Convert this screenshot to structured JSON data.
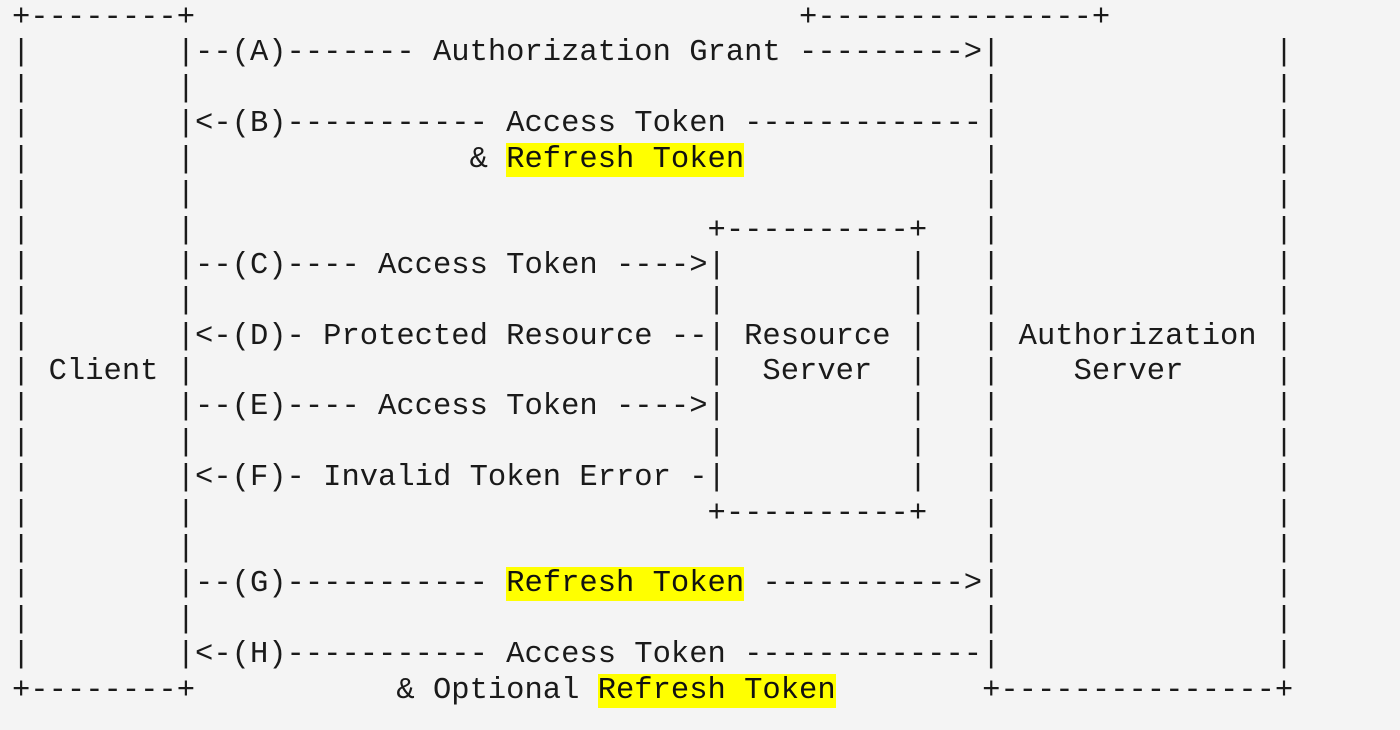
{
  "diagram": {
    "lines": [
      [
        {
          "t": "+--------+                                 +---------------+"
        }
      ],
      [
        {
          "t": "|        |--(A)------- Authorization Grant --------->|               |"
        }
      ],
      [
        {
          "t": "|        |                                           |               |"
        }
      ],
      [
        {
          "t": "|        |<-(B)----------- Access Token -------------|               |"
        }
      ],
      [
        {
          "t": "|        |               & "
        },
        {
          "t": "Refresh Token",
          "hl": true
        },
        {
          "t": "             |               |"
        }
      ],
      [
        {
          "t": "|        |                                           |               |"
        }
      ],
      [
        {
          "t": "|        |                            +----------+   |               |"
        }
      ],
      [
        {
          "t": "|        |--(C)---- Access Token ---->|          |   |               |"
        }
      ],
      [
        {
          "t": "|        |                            |          |   |               |"
        }
      ],
      [
        {
          "t": "|        |<-(D)- Protected Resource --| Resource |   | Authorization |"
        }
      ],
      [
        {
          "t": "| Client |                            |  Server  |   |    Server     |"
        }
      ],
      [
        {
          "t": "|        |--(E)---- Access Token ---->|          |   |               |"
        }
      ],
      [
        {
          "t": "|        |                            |          |   |               |"
        }
      ],
      [
        {
          "t": "|        |<-(F)- Invalid Token Error -|          |   |               |"
        }
      ],
      [
        {
          "t": "|        |                            +----------+   |               |"
        }
      ],
      [
        {
          "t": "|        |                                           |               |"
        }
      ],
      [
        {
          "t": "|        |--(G)----------- "
        },
        {
          "t": "Refresh Token",
          "hl": true
        },
        {
          "t": " ----------->|               |"
        }
      ],
      [
        {
          "t": "|        |                                           |               |"
        }
      ],
      [
        {
          "t": "|        |<-(H)----------- Access Token -------------|               |"
        }
      ],
      [
        {
          "t": "+--------+           & Optional "
        },
        {
          "t": "Refresh Token",
          "hl": true
        },
        {
          "t": "        +---------------+"
        }
      ]
    ]
  },
  "colors": {
    "background": "#f4f4f4",
    "text": "#1a1a1a",
    "highlight": "#ffff00"
  }
}
